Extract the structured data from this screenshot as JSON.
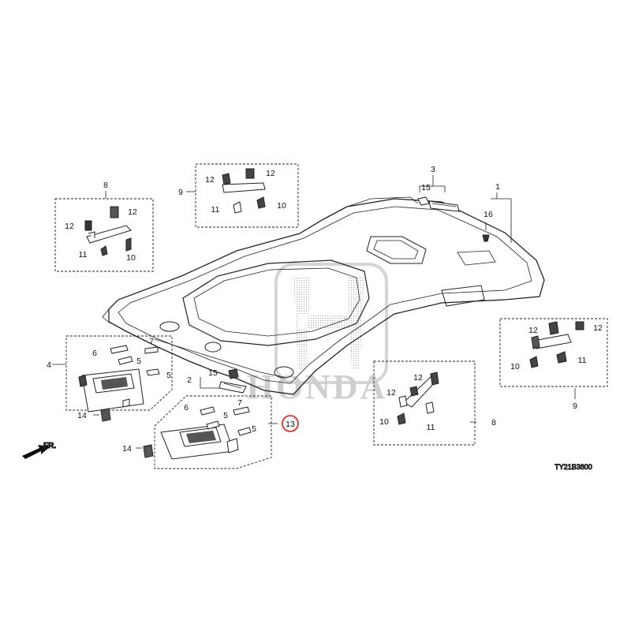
{
  "diagram": {
    "callouts": {
      "c1": "1",
      "c2": "2",
      "c3": "3",
      "c4": "4",
      "c5a": "5",
      "c5b": "5",
      "c5c": "5",
      "c5d": "5",
      "c6a": "6",
      "c6b": "6",
      "c7a": "7",
      "c7b": "7",
      "c8a": "8",
      "c8b": "8",
      "c9a": "9",
      "c9b": "9",
      "c10a": "10",
      "c10b": "10",
      "c10c": "10",
      "c10d": "10",
      "c11a": "11",
      "c11b": "11",
      "c11c": "11",
      "c11d": "11",
      "c12a": "12",
      "c12b": "12",
      "c12c": "12",
      "c12d": "12",
      "c12e": "12",
      "c12f": "12",
      "c12g": "12",
      "c12h": "12",
      "c13": "13",
      "c14a": "14",
      "c14b": "14",
      "c15a": "15",
      "c15b": "15",
      "c16": "16"
    },
    "highlighted_part": "13",
    "highlight_color": "#e03030",
    "front_indicator": "FR.",
    "watermark": "HONDA",
    "diagram_code": "TY21B3800"
  }
}
